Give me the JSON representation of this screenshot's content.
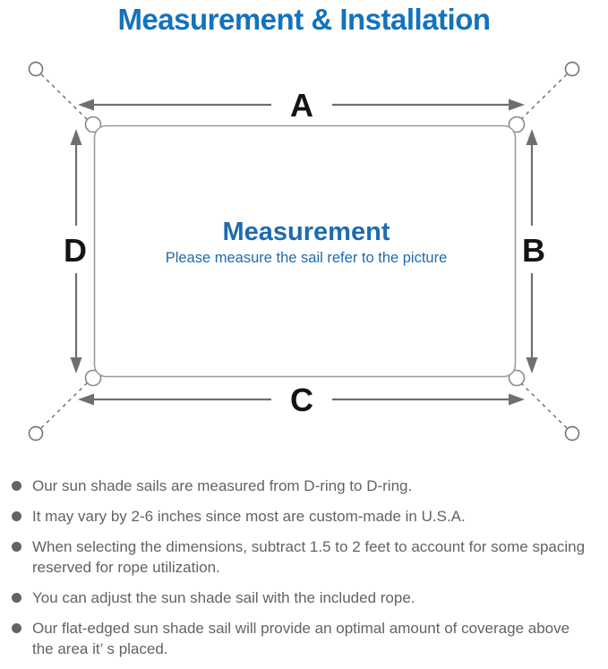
{
  "colors": {
    "title-blue": "#1273bd",
    "center-blue": "#1e6bb0",
    "label-black": "#141414",
    "line-gray": "#9c9c9c",
    "rope-gray": "#7a7a7a",
    "arrow-gray": "#6f6f6f",
    "text-gray": "#636363"
  },
  "header": {
    "title": "Measurement & Installation"
  },
  "diagram": {
    "labels": {
      "top": "A",
      "right": "B",
      "bottom": "C",
      "left": "D"
    },
    "center": {
      "heading": "Measurement",
      "subheading": "Please measure the sail refer to the picture"
    }
  },
  "notes": {
    "items": [
      "Our sun shade sails are measured from D-ring to D-ring.",
      "It may vary by 2-6 inches since most are custom-made in U.S.A.",
      "When selecting the dimensions, subtract 1.5 to 2 feet to account for some spacing reserved for rope utilization.",
      "You can adjust the sun shade sail with the included rope.",
      "Our flat-edged sun shade sail will provide an optimal amount of coverage above the area it’ s placed."
    ]
  }
}
